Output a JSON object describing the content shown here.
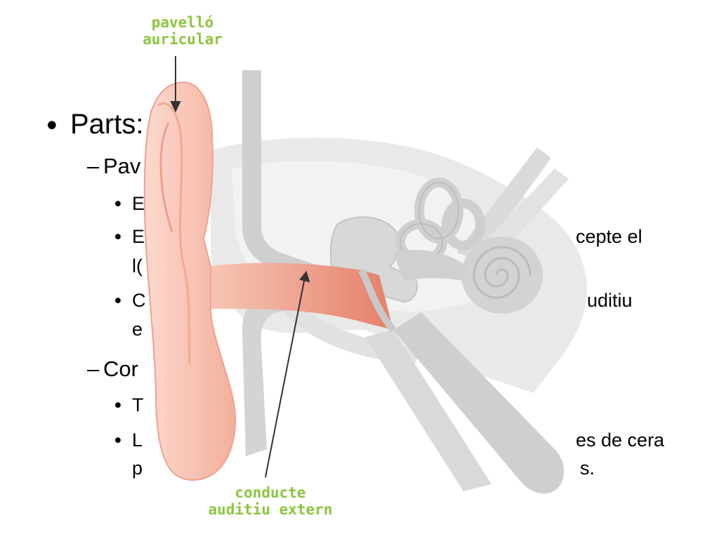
{
  "slide": {
    "level1": {
      "text": "Parts:"
    },
    "sections": [
      {
        "heading": "Pav",
        "items": [
          {
            "lines": [
              "E"
            ]
          },
          {
            "lines": [
              "E",
              "cepte el",
              "l("
            ]
          },
          {
            "lines": [
              "C",
              "uditiu",
              "e"
            ]
          }
        ]
      },
      {
        "heading": "Cor",
        "items": [
          {
            "lines": [
              "T"
            ]
          },
          {
            "lines": [
              "L",
              "es de cera",
              "p",
              "s."
            ]
          }
        ]
      }
    ]
  },
  "figure": {
    "labels": {
      "pinna": [
        "pavelló",
        "auricular"
      ],
      "canal": [
        "conducte",
        "auditiu extern"
      ]
    },
    "colors": {
      "label": "#8cc63f",
      "skin": "#f6b7a6",
      "canal": "#e98e78",
      "bone": "#d9d9d9"
    }
  }
}
